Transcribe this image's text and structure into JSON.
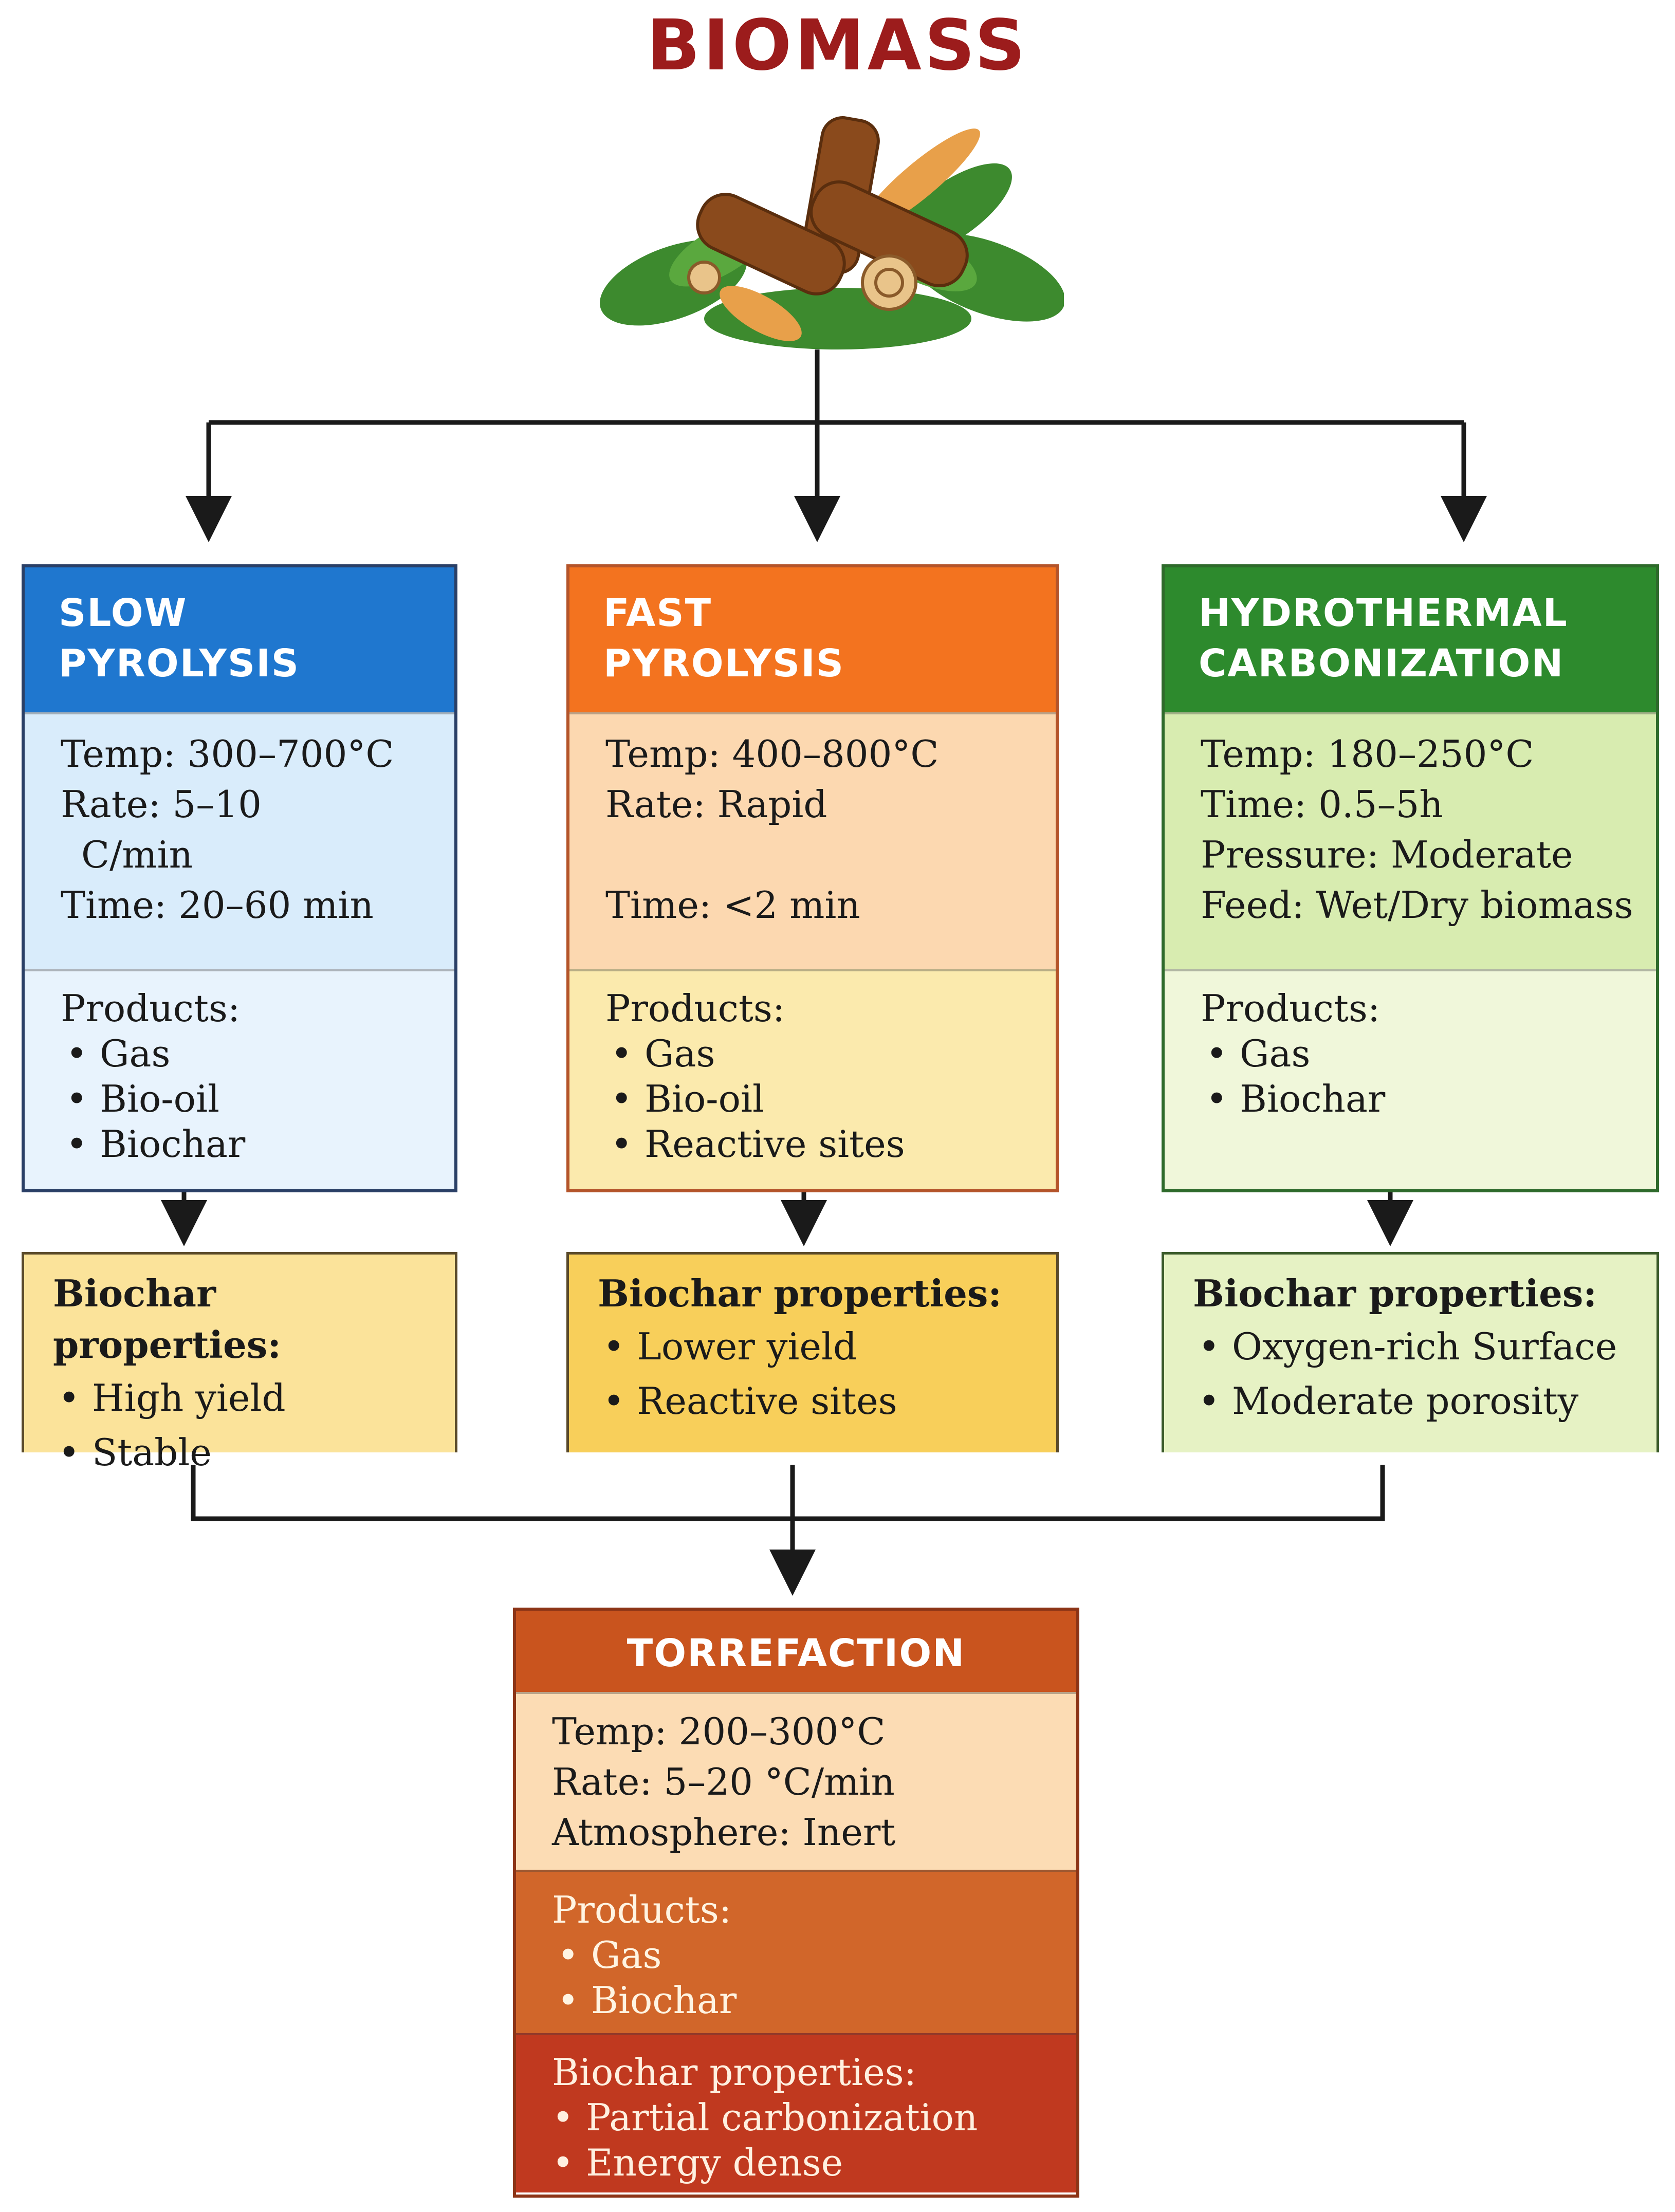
{
  "title": "BIOMASS",
  "illustration": {
    "icon": "biomass-logs-leaves-roots-icon",
    "colors": {
      "wood": "#8a4a1c",
      "leaf": "#3d8a2e",
      "root": "#e8a04a"
    }
  },
  "columns": [
    {
      "id": "slow",
      "header": [
        "SLOW",
        "PYROLYSIS"
      ],
      "params": [
        "Temp: 300–700°C",
        "Rate: 5–10",
        "C/min",
        "Time: 20–60 min"
      ],
      "products_label": "Products:",
      "products": [
        "Gas",
        "Bio-oil",
        "Biochar"
      ],
      "props_label": "Biochar properties:",
      "props": [
        "High yield",
        "Stable"
      ],
      "color": "#1f77cf"
    },
    {
      "id": "fast",
      "header": [
        "FAST",
        "PYROLYSIS"
      ],
      "params": [
        "Temp: 400–800°C",
        "Rate: Rapid",
        "Time: <2 min"
      ],
      "products_label": "Products:",
      "products": [
        "Gas",
        "Bio-oil",
        "Reactive sites"
      ],
      "props_label": "Biochar properties:",
      "props": [
        "Lower yield",
        "Reactive sites"
      ],
      "color": "#f3731f"
    },
    {
      "id": "hydro",
      "header": [
        "HYDROTHERMAL",
        "CARBONIZATION"
      ],
      "params": [
        "Temp: 180–250°C",
        "Time: 0.5–5h",
        "Pressure: Moderate",
        "Feed: Wet/Dry biomass"
      ],
      "products_label": "Products:",
      "products": [
        "Gas",
        "Biochar"
      ],
      "props_label": "Biochar properties:",
      "props": [
        "Oxygen-rich Surface",
        "Moderate porosity"
      ],
      "color": "#2d8a2d"
    }
  ],
  "torrefaction": {
    "header": "TORREFACTION",
    "params": [
      "Temp: 200–300°C",
      "Rate: 5–20 °C/min",
      "Atmosphere: Inert"
    ],
    "products_label": "Products:",
    "products": [
      "Gas",
      "Biochar"
    ],
    "props_label": "Biochar properties:",
    "props": [
      "Partial carbonization",
      "Energy dense"
    ],
    "color": "#c9541e"
  }
}
